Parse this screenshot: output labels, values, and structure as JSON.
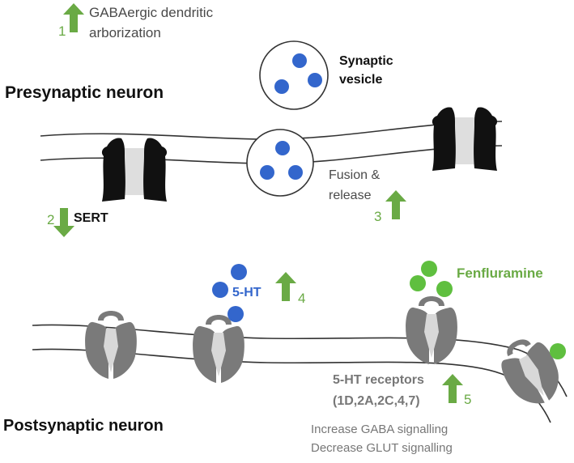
{
  "colors": {
    "arrow": "#6aaa45",
    "molecule_5ht": "#3366cc",
    "molecule_fenfluramine": "#5fbf3f",
    "receptor": "#7a7a7a",
    "transporter": "#111111"
  },
  "labels": {
    "step1_number": "1",
    "step1_text_line1": "GABAergic dendritic",
    "step1_text_line2": "arborization",
    "presynaptic": "Presynaptic neuron",
    "vesicle_line1": "Synaptic",
    "vesicle_line2": "vesicle",
    "step2_number": "2",
    "sert": "SERT",
    "fusion_line1": "Fusion &",
    "fusion_line2": "release",
    "step3_number": "3",
    "ht5": "5-HT",
    "step4_number": "4",
    "fenfluramine": "Fenfluramine",
    "receptors_line1": "5-HT receptors",
    "receptors_line2": "(1D,2A,2C,4,7)",
    "step5_number": "5",
    "postsynaptic": "Postsynaptic neuron",
    "effect1": "Increase GABA signalling",
    "effect2": "Decrease GLUT signalling"
  },
  "arrows": {
    "step1": "up",
    "step2": "down",
    "step3": "up",
    "step4": "up",
    "step5": "up"
  }
}
